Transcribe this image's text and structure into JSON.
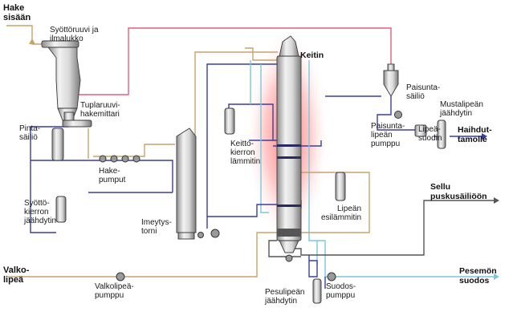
{
  "labels": {
    "hake_sisaan": [
      "Hake",
      "sisään"
    ],
    "syottoruuvi": [
      "Syöttöruuvi ja",
      "ilmalukko"
    ],
    "tuplaruuvi": [
      "Tuplaruuvi-",
      "hakemittari"
    ],
    "pintasailio": [
      "Pinta-",
      "säiliö"
    ],
    "hakepumput": [
      "Hake-",
      "pumput"
    ],
    "syottokierron": [
      "Syöttö-",
      "kierron",
      "jäähdytin"
    ],
    "imeytystorni": [
      "Imeytys-",
      "torni"
    ],
    "keittokierron": [
      "Keitto-",
      "kierron",
      "lämmitin"
    ],
    "keitin": [
      "Keitin"
    ],
    "paisuntasailio": [
      "Paisunta-",
      "säiliö"
    ],
    "paisuntalipean": [
      "Paisunta-",
      "lipeän",
      "pumppu"
    ],
    "lipeasuodin": [
      "Lipeä-",
      "suodin"
    ],
    "mustalipean": [
      "Mustalipeän",
      "jäähdytin"
    ],
    "haihdutt": [
      "Haihdut-",
      "tamolle"
    ],
    "lipean_esilammitin": [
      "Lipeän",
      "esilämmitin"
    ],
    "sellu": [
      "Sellu",
      "puskusäiliöön"
    ],
    "valkolipea": [
      "Valko-",
      "lipeä"
    ],
    "valkolipeapumppu": [
      "Valkolipeä-",
      "pumppu"
    ],
    "pesulipean": [
      "Pesulipeän",
      "jäähdytin"
    ],
    "suodospumppu": [
      "Suodos-",
      "pumppu"
    ],
    "pesemon": [
      "Pesemön",
      "suodos"
    ]
  },
  "colors": {
    "blue_line": "#3a3f9e",
    "red_line": "#e0607a",
    "tan_line": "#c9a26a",
    "cyan_line": "#78c7de",
    "dark_line": "#555555",
    "glow": "#ff6b6b"
  }
}
